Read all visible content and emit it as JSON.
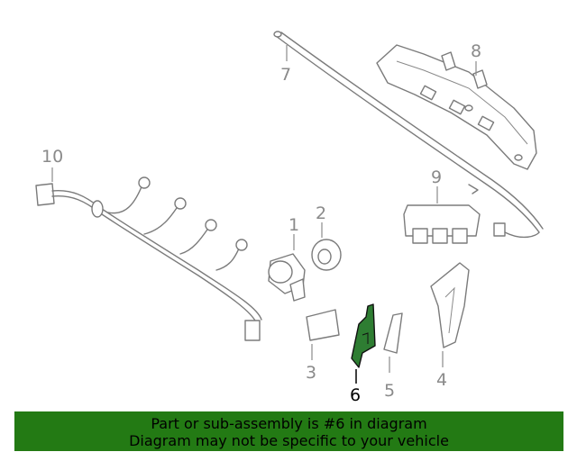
{
  "callouts": {
    "c1": "1",
    "c2": "2",
    "c3": "3",
    "c4": "4",
    "c5": "5",
    "c6": "6",
    "c7": "7",
    "c8": "8",
    "c9": "9",
    "c10": "10"
  },
  "highlighted_part": "6",
  "banner": {
    "line1": "Part or sub-assembly is #6 in diagram",
    "line2": "Diagram may not be specific to your vehicle"
  },
  "colors": {
    "banner_bg": "#237a14",
    "highlight": "#2e7d32",
    "line": "#7b7b7b"
  }
}
